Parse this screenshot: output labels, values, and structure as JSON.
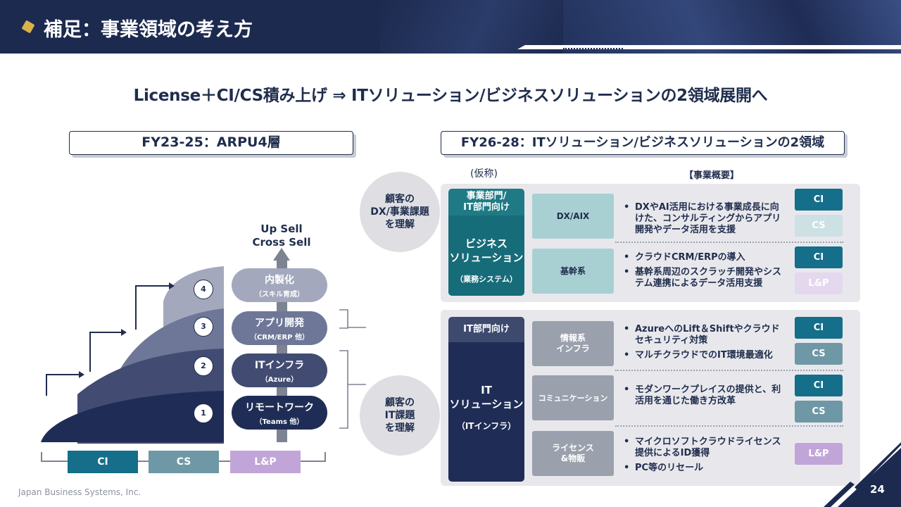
{
  "header": {
    "title": "補足：事業領域の考え方"
  },
  "headline": "License＋CI/CS積み上げ ⇒ ITソリューション/ビジネスソリューションの2領域展開へ",
  "left": {
    "box_title": "FY23-25：ARPU4層",
    "upsell_line1": "Up Sell",
    "upsell_line2": "Cross Sell",
    "layers": [
      {
        "num": "4",
        "main": "内製化",
        "sub": "（スキル育成）"
      },
      {
        "num": "3",
        "main": "アプリ開発",
        "sub": "（CRM/ERP 他）"
      },
      {
        "num": "2",
        "main": "ITインフラ",
        "sub": "（Azure）"
      },
      {
        "num": "1",
        "main": "リモートワーク",
        "sub": "（Teams 他）"
      }
    ],
    "tags": [
      "CI",
      "CS",
      "L&P"
    ]
  },
  "circles": [
    {
      "lines": [
        "顧客の",
        "DX/事業課題",
        "を理解"
      ]
    },
    {
      "lines": [
        "顧客の",
        "IT課題",
        "を理解"
      ]
    }
  ],
  "right": {
    "box_title": "FY26-28：ITソリューション/ビジネスソリューションの2領域",
    "tentative_label": "(仮称)",
    "summary_label": "【事業概要】",
    "business": {
      "target": "事業部門/\nIT部門向け",
      "name": "ビジネス\nソリューション",
      "sub": "（業務システム）",
      "rows": [
        {
          "category": "DX/AIX",
          "bullets": [
            "DXやAI活用における事業成長に向けた、コンサルティングからアプリ開発やデータ活用を支援"
          ],
          "badges": [
            "CI",
            "CS"
          ]
        },
        {
          "category": "基幹系",
          "bullets": [
            "クラウドCRM/ERPの導入",
            "基幹系周辺のスクラッチ開発やシステム連携によるデータ活用支援"
          ],
          "badges": [
            "CI",
            "L&P"
          ]
        }
      ]
    },
    "it": {
      "target": "IT部門向け",
      "name": "IT\nソリューション",
      "sub": "（ITインフラ）",
      "rows": [
        {
          "category": "情報系\nインフラ",
          "bullets": [
            "AzureへのLift＆Shiftやクラウドセキュリティ対策",
            "マルチクラウドでのIT環境最適化"
          ],
          "badges": [
            "CI",
            "CS"
          ]
        },
        {
          "category": "コミュニケーション",
          "bullets": [
            "モダンワークプレイスの提供と、利活用を通じた働き方改革"
          ],
          "badges": [
            "CI",
            "CS"
          ]
        },
        {
          "category": "ライセンス\n&物販",
          "bullets": [
            "マイクロソフトクラウドライセンス提供によるID獲得",
            "PC等のリセール"
          ],
          "badges": [
            "L&P"
          ]
        }
      ]
    }
  },
  "footer": {
    "company": "Japan Business Systems, Inc.",
    "page": "24"
  },
  "colors": {
    "navy": "#1d2a4f",
    "ci": "#156e8a",
    "cs": "#6e98a5",
    "lp": "#c2a5d8",
    "cat_teal": "#a8d0d2",
    "cat_gray": "#9aa1ad"
  }
}
